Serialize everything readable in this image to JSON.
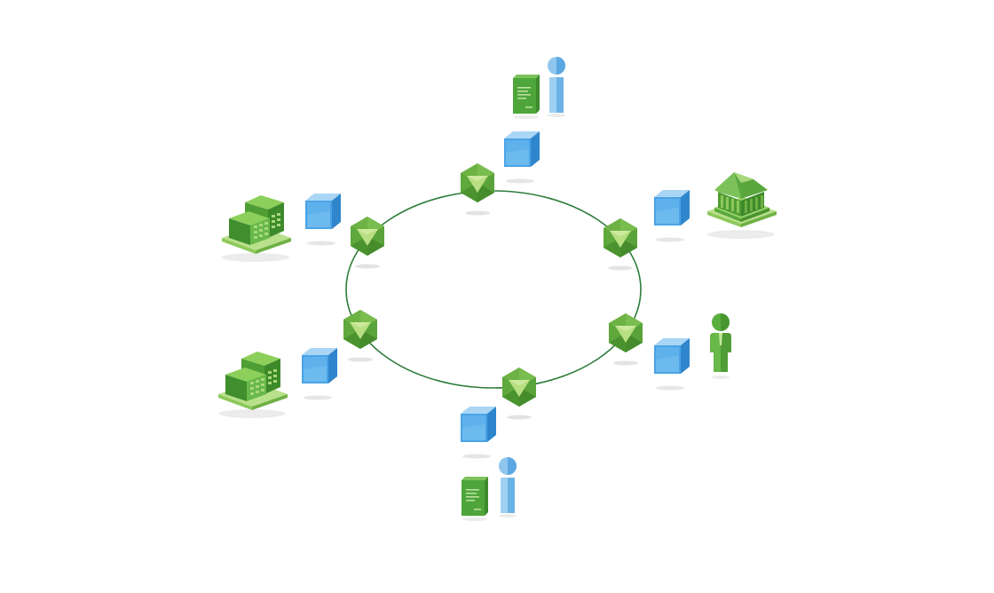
{
  "diagram": {
    "ring_color": "#2e7d3a",
    "palette": {
      "green_dark": "#3f8f2f",
      "green_mid": "#5aae3e",
      "green_light": "#8cc95a",
      "green_pale": "#c6e89a",
      "blue_dark": "#2f86cc",
      "blue_mid": "#4aa3e6",
      "blue_light": "#8cc7f0",
      "shadow": "#e6e6e6"
    },
    "participants": [
      {
        "id": "top",
        "kind": "person-with-document",
        "person_color": "blue"
      },
      {
        "id": "right-top",
        "kind": "bank"
      },
      {
        "id": "right-bottom",
        "kind": "person",
        "person_color": "green"
      },
      {
        "id": "bottom",
        "kind": "person-with-document",
        "person_color": "blue"
      },
      {
        "id": "left-bottom",
        "kind": "office-building"
      },
      {
        "id": "left-top",
        "kind": "office-building"
      }
    ],
    "nodes": [
      {
        "id": "node-top",
        "kind": "hexagon-node"
      },
      {
        "id": "node-right-top",
        "kind": "hexagon-node"
      },
      {
        "id": "node-right-bottom",
        "kind": "hexagon-node"
      },
      {
        "id": "node-bottom",
        "kind": "hexagon-node"
      },
      {
        "id": "node-left-bottom",
        "kind": "hexagon-node"
      },
      {
        "id": "node-left-top",
        "kind": "hexagon-node"
      }
    ],
    "blocks": [
      {
        "id": "block-top",
        "kind": "data-block"
      },
      {
        "id": "block-right-top",
        "kind": "data-block"
      },
      {
        "id": "block-right-bottom",
        "kind": "data-block"
      },
      {
        "id": "block-bottom",
        "kind": "data-block"
      },
      {
        "id": "block-left-bottom",
        "kind": "data-block"
      },
      {
        "id": "block-left-top",
        "kind": "data-block"
      }
    ]
  }
}
